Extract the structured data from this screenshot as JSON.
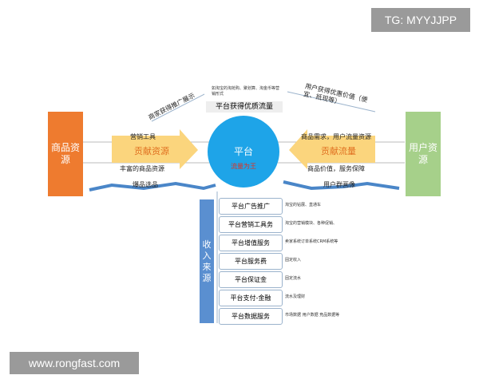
{
  "watermarks": {
    "top": "TG: MYYJJPP",
    "bottom": "www.rongfast.com"
  },
  "left_box": "商品资源",
  "right_box": "用户资源",
  "center": {
    "title": "平台",
    "subtitle": "流量为王"
  },
  "top": {
    "note": "如淘宝的淘抢购、聚划算、淘金币等营销形式",
    "header": "平台获得优质流量",
    "left_arrow": "商家获得推广展示",
    "right_arrow": "用户获得优惠价值（便宜、抵现等）"
  },
  "left": {
    "top_label": "营销工具",
    "arrow": "贡献资源",
    "bottom_label": "丰富的商品资源",
    "wave_label": "爆品选品"
  },
  "right": {
    "top_label": "商品需求，用户流量资源",
    "arrow": "贡献流量",
    "bottom_label": "商品价值，服务保障",
    "wave_label": "用户群画像"
  },
  "revenue": {
    "title": "收入来源",
    "items": [
      {
        "label": "平台广告推广",
        "desc": "淘宝的钻展、直通车"
      },
      {
        "label": "平台营销工具务",
        "desc": "淘宝的营销模块、各种促销、"
      },
      {
        "label": "平台增值服务",
        "desc": "卖家系统订单系统CRM系统等"
      },
      {
        "label": "平台服务费",
        "desc": "固定收入"
      },
      {
        "label": "平台保证金",
        "desc": "固定流水"
      },
      {
        "label": "平台支付-金融",
        "desc": "流水及理财"
      },
      {
        "label": "平台数据服务",
        "desc": "市场数据 用户数据 竞品数据等"
      }
    ]
  },
  "colors": {
    "orange": "#ee7b2f",
    "green": "#a6d08a",
    "blue": "#1ea4e8",
    "bar": "#5a8fd0"
  }
}
